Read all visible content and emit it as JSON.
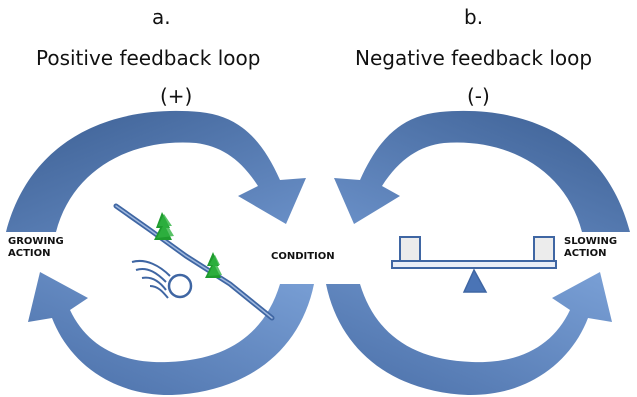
{
  "panel_a": {
    "letter": "a.",
    "title": "Positive feedback loop",
    "sign": "(+)"
  },
  "panel_b": {
    "letter": "b.",
    "title": "Negative feedback loop",
    "sign": "(-)"
  },
  "labels": {
    "growing_line1": "GROWING",
    "growing_line2": "ACTION",
    "condition": "CONDITION",
    "slowing_line1": "SLOWING",
    "slowing_line2": "ACTION"
  },
  "colors": {
    "arrow_dark": "#3c5f93",
    "arrow_light": "#6b91c9",
    "tree": "#1e9b2e",
    "scale_box": "#ececec"
  }
}
